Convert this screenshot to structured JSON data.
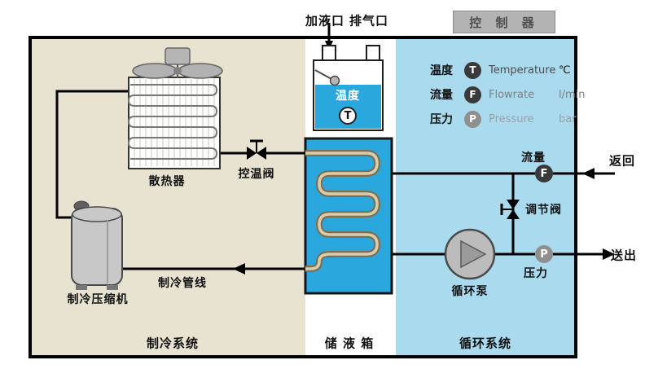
{
  "header": {
    "fill_port": "加液口",
    "vent_port": "排气口",
    "controller": "控 制 器"
  },
  "legend": {
    "rows": [
      {
        "zh": "温度",
        "symbol": "T",
        "en": "Temperature",
        "unit": "℃"
      },
      {
        "zh": "流量",
        "symbol": "F",
        "en": "Flowrate",
        "unit": "l/min"
      },
      {
        "zh": "压力",
        "symbol": "P",
        "en": "Pressure",
        "unit": "bar"
      }
    ]
  },
  "refrigeration": {
    "radiator": "散热器",
    "temp_valve": "控温阀",
    "compressor": "制冷压缩机",
    "refrig_line": "制冷管线",
    "zone": "制冷系统"
  },
  "tank": {
    "temp": "温度",
    "temp_symbol": "T",
    "zone": "储 液 箱"
  },
  "circulation": {
    "flow": "流量",
    "flow_symbol": "F",
    "reg_valve": "调节阀",
    "pump": "循环泵",
    "pressure": "压力",
    "pressure_symbol": "P",
    "return": "返回",
    "supply": "送出",
    "zone": "循环系统"
  },
  "colors": {
    "refrigeration_zone": "#e7e3d0",
    "circulation_zone": "#a9daee",
    "liquid": "#2aa7dc",
    "controller_fill": "#b3b3b3",
    "pipe": "#000000"
  }
}
